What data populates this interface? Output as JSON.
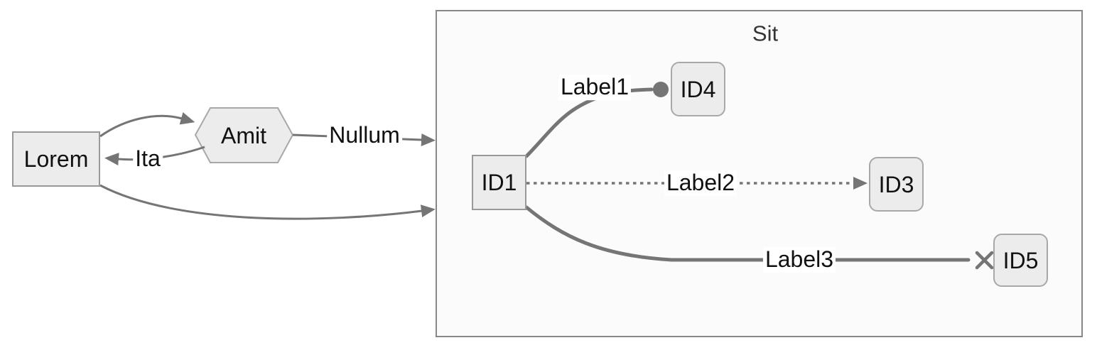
{
  "diagram": {
    "type": "flowchart-LR",
    "cluster": {
      "title": "Sit"
    },
    "nodes": {
      "lorem": {
        "label": "Lorem",
        "shape": "rectangle"
      },
      "amit": {
        "label": "Amit",
        "shape": "hexagon"
      },
      "id1": {
        "label": "ID1",
        "shape": "rectangle"
      },
      "id4": {
        "label": "ID4",
        "shape": "rounded-rectangle"
      },
      "id3": {
        "label": "ID3",
        "shape": "rounded-rectangle"
      },
      "id5": {
        "label": "ID5",
        "shape": "rounded-rectangle"
      }
    },
    "edges": {
      "lorem_to_amit": {
        "label": "",
        "style": "solid-arrow"
      },
      "amit_to_lorem": {
        "label": "Ita",
        "style": "solid-arrow"
      },
      "amit_to_cluster": {
        "label": "Nullum",
        "style": "solid-arrow"
      },
      "lorem_to_cluster": {
        "label": "",
        "style": "solid-arrow"
      },
      "id1_to_id4": {
        "label": "Label1",
        "style": "thick-circle-end"
      },
      "id1_to_id3": {
        "label": "Label2",
        "style": "dotted-arrow"
      },
      "id1_to_id5": {
        "label": "Label3",
        "style": "thick-cross-end"
      }
    },
    "colors": {
      "node_fill": "#ececec",
      "node_border": "#999999",
      "rounded_node_border": "#a8a8a8",
      "edge": "#757575",
      "cluster_fill": "#fbfbfb",
      "cluster_border": "#888888",
      "label_background": "#ffffff",
      "text": "#111111"
    }
  }
}
